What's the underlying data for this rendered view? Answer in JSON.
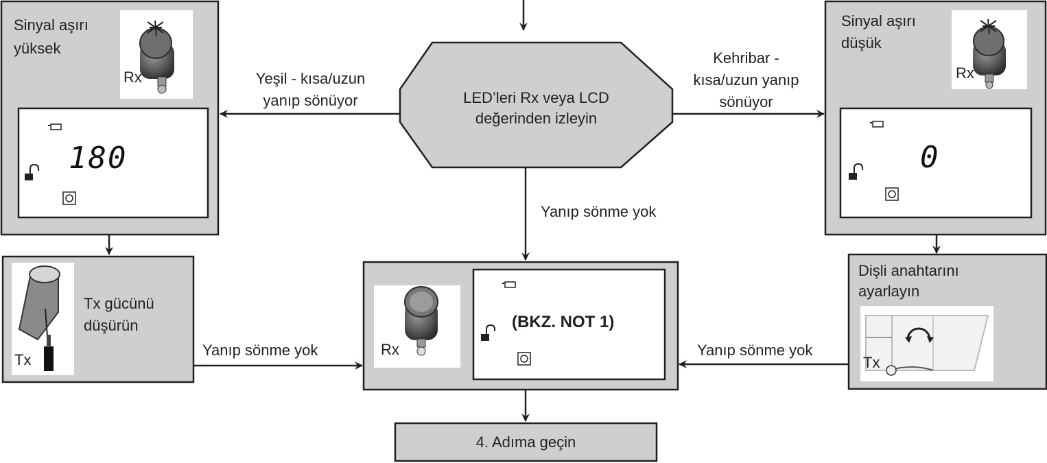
{
  "center": {
    "line1": "LED’leri Rx veya LCD",
    "line2": "değerinden izleyin"
  },
  "left": {
    "title_line1": "Sinyal aşırı",
    "title_line2": "yüksek",
    "device_label": "Rx",
    "lcd_value": "180"
  },
  "right": {
    "title_line1": "Sinyal aşırı",
    "title_line2": "düşük",
    "device_label": "Rx",
    "lcd_value": "0"
  },
  "arrow_left": {
    "line1": "Yeşil - kısa/uzun",
    "line2": "yanıp sönüyor"
  },
  "arrow_right": {
    "line1": "Kehribar -",
    "line2": "kısa/uzun yanıp",
    "line3": "sönüyor"
  },
  "arrow_down": {
    "label": "Yanıp sönme yok"
  },
  "tx_box": {
    "line1": "Tx gücünü",
    "line2": "düşürün",
    "device_label": "Tx"
  },
  "gear_box": {
    "line1": "Dişli anahtarını",
    "line2": "ayarlayın",
    "device_label": "Tx"
  },
  "arrow_bottom_left": {
    "label": "Yanıp sönme yok"
  },
  "arrow_bottom_right": {
    "label": "Yanıp sönme yok"
  },
  "center_bottom": {
    "device_label": "Rx",
    "note": "(BKZ. NOT 1)"
  },
  "final": {
    "label": "4. Adıma geçin"
  },
  "colors": {
    "box_fill": "#cfcfd0",
    "stroke": "#231f20",
    "white": "#ffffff"
  }
}
